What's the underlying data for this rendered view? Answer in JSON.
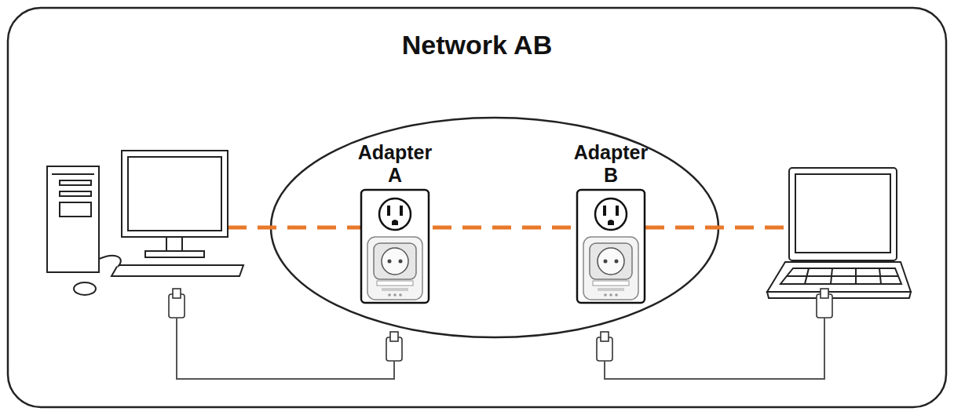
{
  "diagram": {
    "title": "Network AB",
    "nodes": [
      {
        "text": [
          "Adapter A"
        ]
      },
      {
        "text": [
          "Adapter B"
        ]
      }
    ],
    "edges": [
      {
        "from": 0,
        "to": 1,
        "arrow": "none"
      }
    ]
  }
}
